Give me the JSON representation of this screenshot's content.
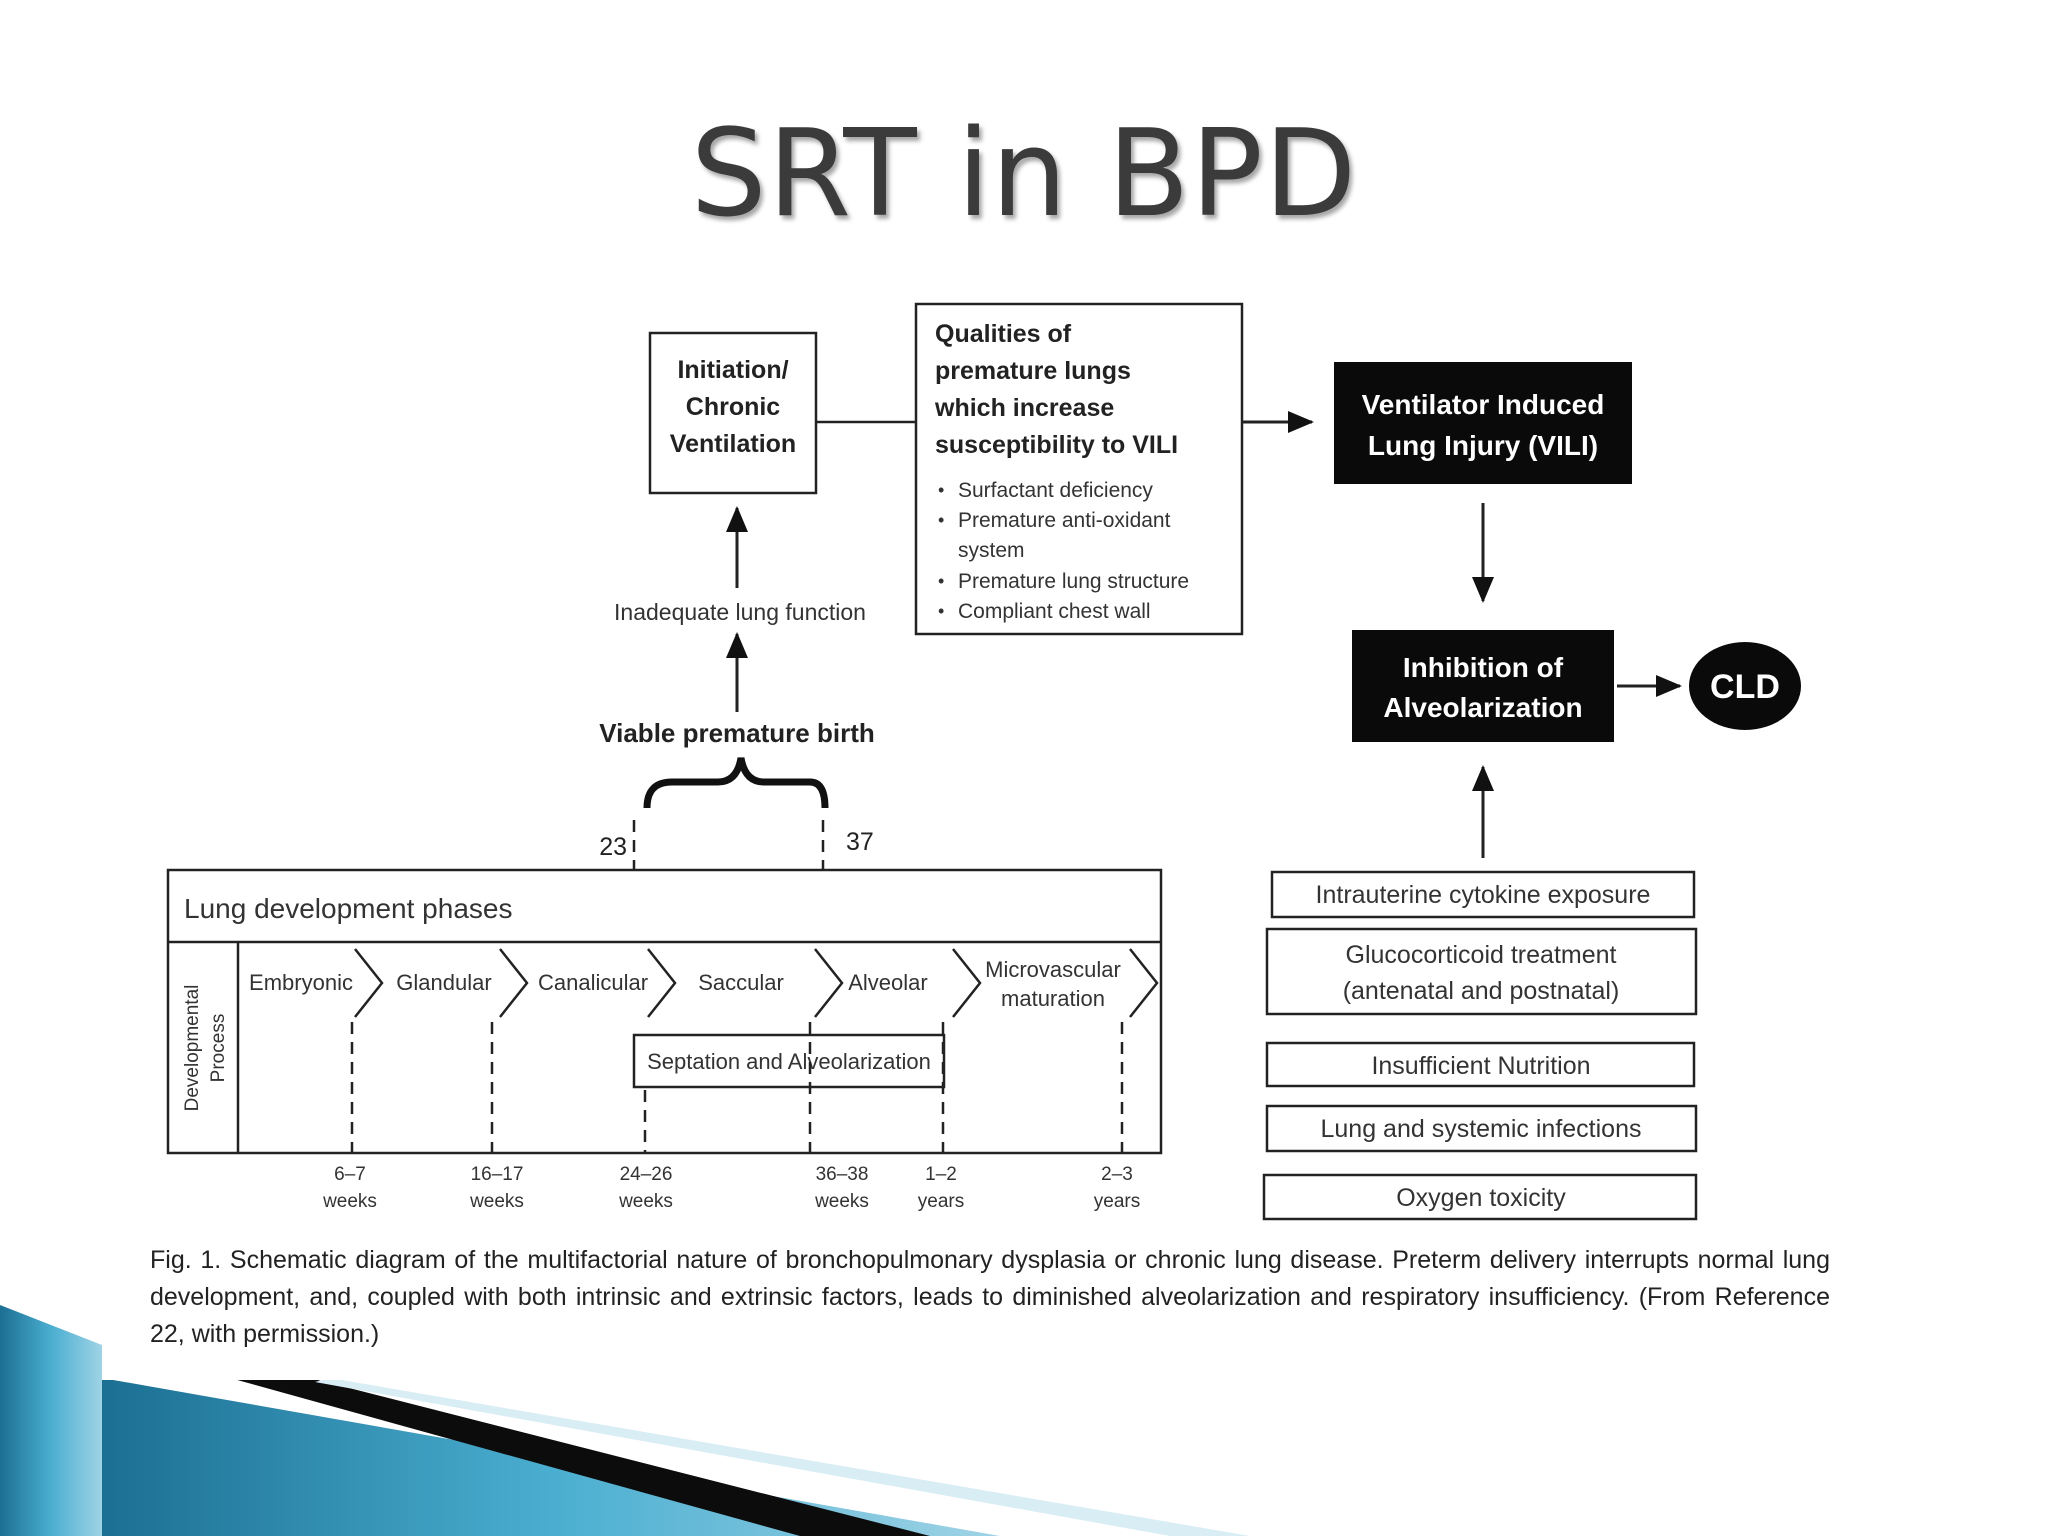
{
  "slide": {
    "title": "SRT in BPD"
  },
  "diagram": {
    "initiation": [
      "Initiation/",
      "Chronic",
      "Ventilation"
    ],
    "qualities": {
      "heading": [
        "Qualities of",
        "premature lungs",
        "which increase",
        "susceptibility to VILI"
      ],
      "bullets": [
        "Surfactant deficiency",
        "Premature anti-oxidant",
        "system",
        "Premature lung structure",
        "Compliant chest wall"
      ]
    },
    "vili": [
      "Ventilator Induced",
      "Lung Injury (VILI)"
    ],
    "inhibition": [
      "Inhibition of",
      "Alveolarization"
    ],
    "cld": "CLD",
    "inadequate": "Inadequate lung function",
    "viable": "Viable premature birth",
    "week_start": "23",
    "week_end": "37",
    "phases_title": "Lung development phases",
    "process_label": [
      "Developmental",
      "Process"
    ],
    "phases": [
      "Embryonic",
      "Glandular",
      "Canalicular",
      "Saccular",
      "Alveolar"
    ],
    "microvascular": [
      "Microvascular",
      "maturation"
    ],
    "septation": "Septation and Alveolarization",
    "timepoints": [
      [
        "6–7",
        "weeks"
      ],
      [
        "16–17",
        "weeks"
      ],
      [
        "24–26",
        "weeks"
      ],
      [
        "36–38",
        "weeks"
      ],
      [
        "1–2",
        "years"
      ],
      [
        "2–3",
        "years"
      ]
    ],
    "factors": {
      "cytokine": "Intrauterine cytokine exposure",
      "gluco": [
        "Glucocorticoid treatment",
        "(antenatal and postnatal)"
      ],
      "nutrition": "Insufficient Nutrition",
      "infections": "Lung and systemic infections",
      "oxygen": "Oxygen toxicity"
    }
  },
  "caption": "Fig. 1. Schematic diagram of the multifactorial nature of bronchopulmonary dysplasia or chronic lung disease. Preterm delivery interrupts normal lung development, and, coupled with both intrinsic and extrinsic factors, leads to diminished alveolarization and respiratory insufficiency. (From Reference 22, with permission.)"
}
